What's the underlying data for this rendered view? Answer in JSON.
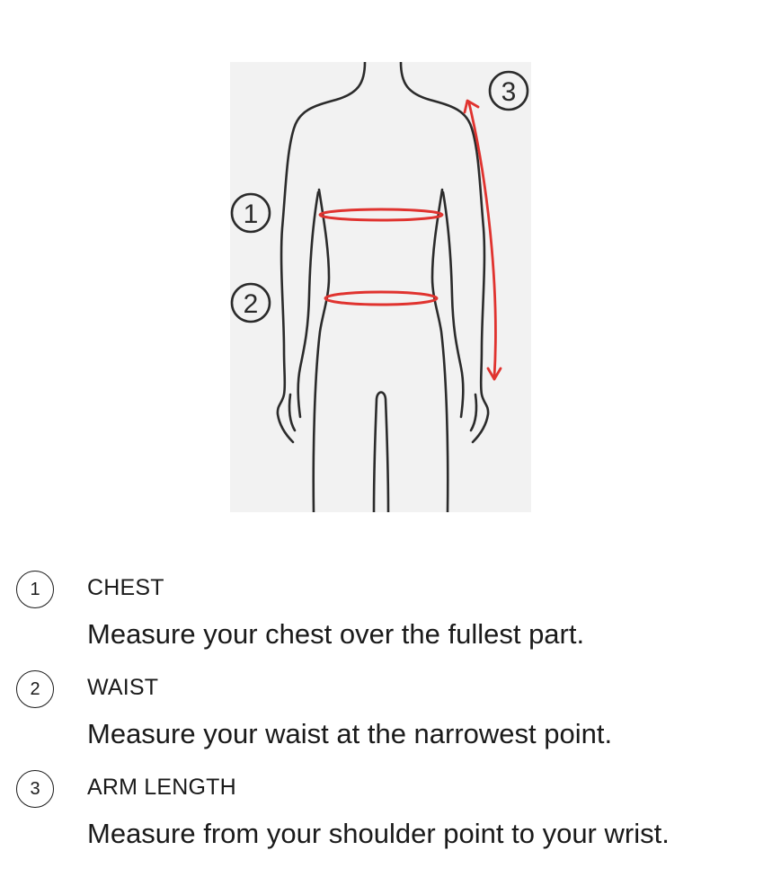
{
  "measurement_guide": {
    "figure": {
      "markers": [
        "1",
        "2",
        "3"
      ],
      "accent_color": "#e0332f"
    },
    "items": [
      {
        "number": "1",
        "title": "CHEST",
        "description": "Measure your chest over the fullest part."
      },
      {
        "number": "2",
        "title": "WAIST",
        "description": "Measure your waist at the narrowest point."
      },
      {
        "number": "3",
        "title": "ARM LENGTH",
        "description": "Measure from your shoulder point to your wrist."
      }
    ]
  }
}
